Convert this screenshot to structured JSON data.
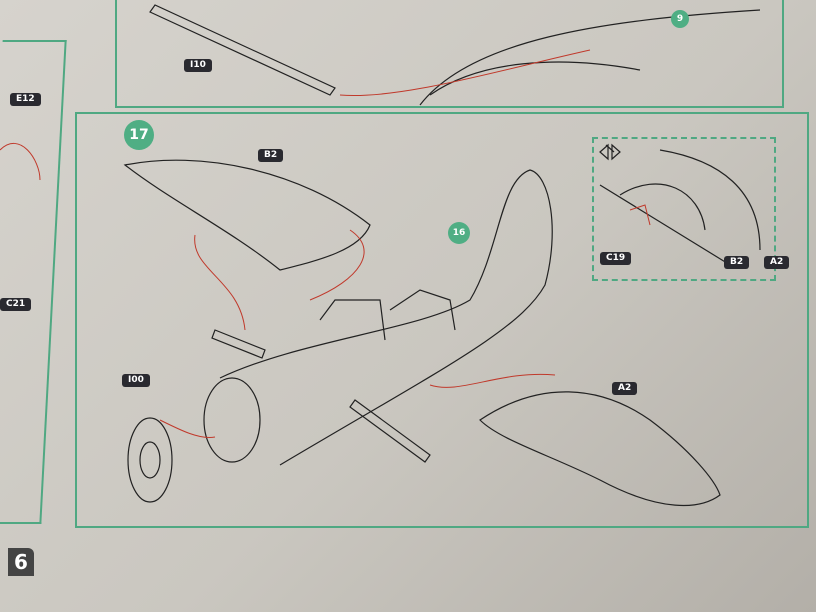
{
  "page_number": "6",
  "steps": {
    "prev_step": "9",
    "current_step": "17",
    "sub_assembly": "16"
  },
  "part_labels": {
    "left_top": "E12",
    "left_bottom": "C21",
    "radiator_top": "I10",
    "wing_left": "B2",
    "wing_right": "A2",
    "propeller_plate": "I00",
    "inset_small": "C19",
    "inset_b2": "B2",
    "inset_a2": "A2"
  },
  "colors": {
    "accent_green": "#4fa882",
    "label_bg": "#2a2a30",
    "arrow_red": "#c0392b"
  }
}
